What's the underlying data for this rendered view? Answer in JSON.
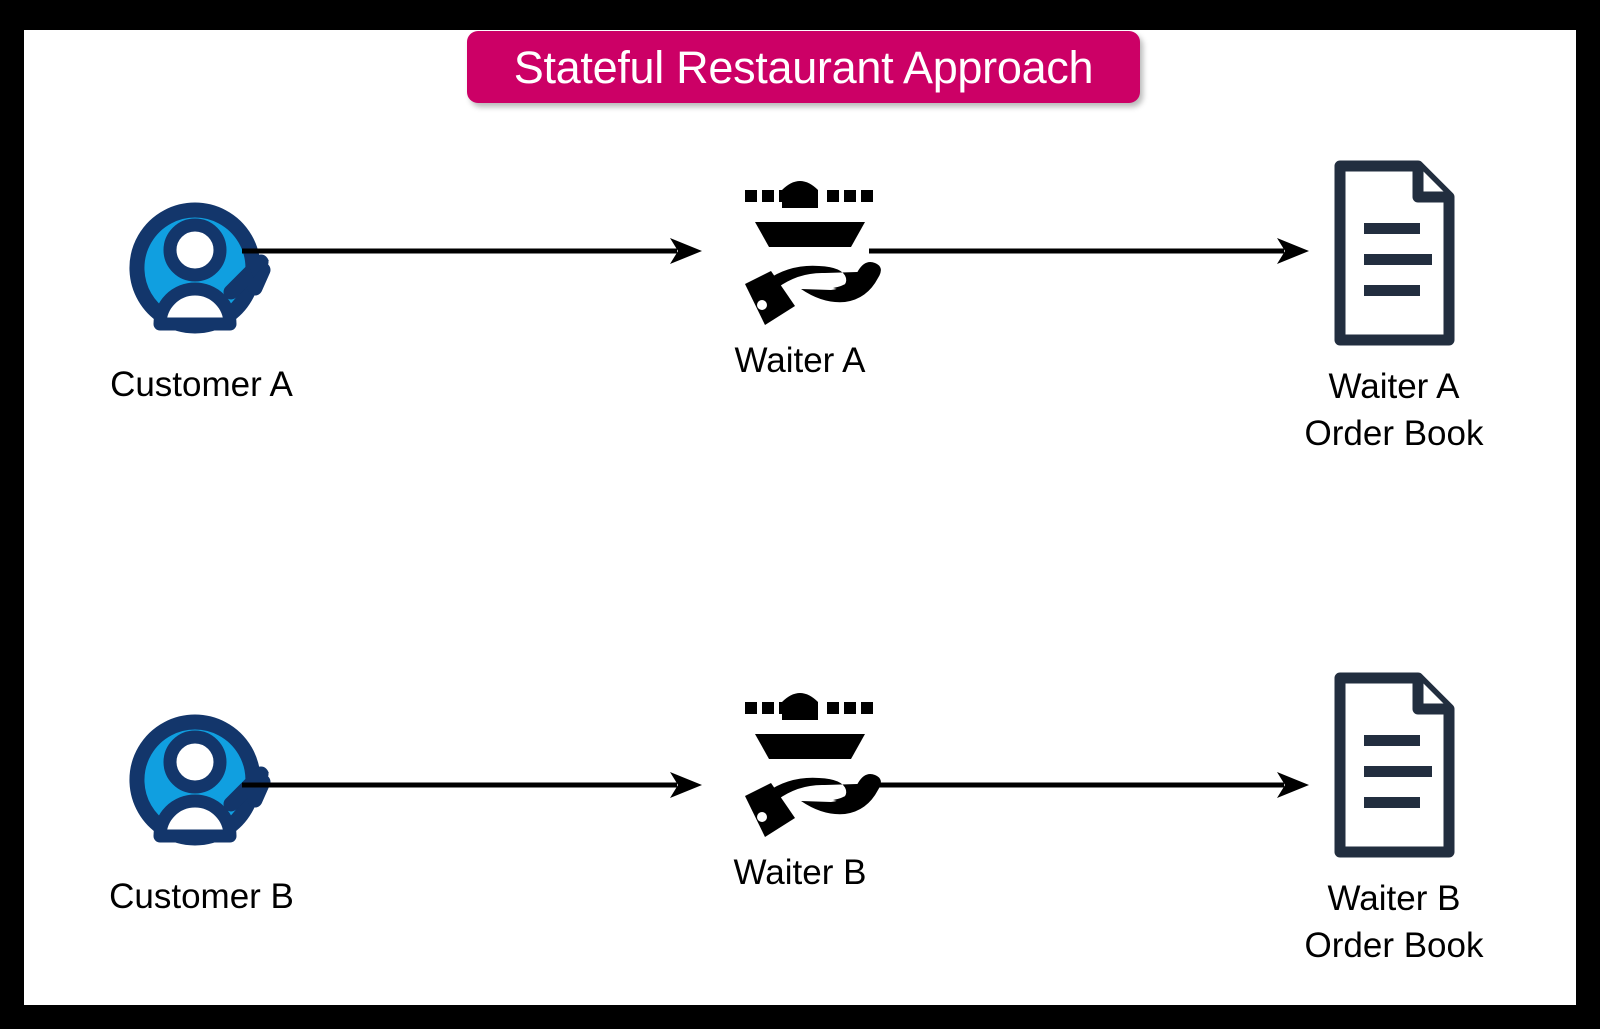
{
  "diagram": {
    "title": "Stateful Restaurant Approach",
    "title_bg_color": "#cc0066",
    "title_text_color": "#ffffff",
    "canvas_bg_color": "#ffffff",
    "frame_color": "#000000",
    "accent_navy": "#13366b",
    "accent_blue": "#109fe0",
    "doc_outline_color": "#222e3f",
    "arrow_color": "#000000",
    "rows": [
      {
        "id": "row-a",
        "customer": {
          "label": "Customer A",
          "icon": "user-circle-icon"
        },
        "waiter": {
          "label": "Waiter A",
          "icon": "waiter-tray-hand-icon"
        },
        "document": {
          "label": "Waiter A\nOrder Book",
          "icon": "document-icon"
        },
        "arrow_1": {
          "icon": "arrow-right-icon",
          "from": "Customer A",
          "to": "Waiter A"
        },
        "arrow_2": {
          "icon": "arrow-right-icon",
          "from": "Waiter A",
          "to": "Waiter A Order Book"
        }
      },
      {
        "id": "row-b",
        "customer": {
          "label": "Customer B",
          "icon": "user-circle-icon"
        },
        "waiter": {
          "label": "Waiter B",
          "icon": "waiter-tray-hand-icon"
        },
        "document": {
          "label": "Waiter B\nOrder Book",
          "icon": "document-icon"
        },
        "arrow_1": {
          "icon": "arrow-right-icon",
          "from": "Customer B",
          "to": "Waiter B"
        },
        "arrow_2": {
          "icon": "arrow-right-icon",
          "from": "Waiter B",
          "to": "Waiter B Order Book"
        }
      }
    ]
  }
}
